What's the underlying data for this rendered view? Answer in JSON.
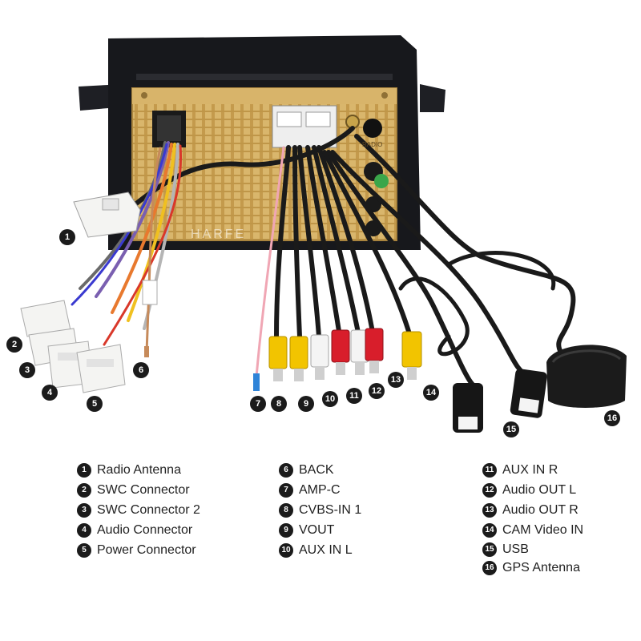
{
  "watermark": "HARFE",
  "unit_labels": {
    "radio": "RADIO"
  },
  "colors": {
    "unit_body": "#17181c",
    "chassis": "#d8b46a",
    "cable": "#1a1a1a",
    "rca_yellow": "#f2c400",
    "rca_white": "#f4f4f4",
    "rca_red": "#d81e2b",
    "connector": "#f4f4f2",
    "callout": "#1b1b1b"
  },
  "callouts": [
    "1",
    "2",
    "3",
    "4",
    "5",
    "6",
    "7",
    "8",
    "9",
    "10",
    "11",
    "12",
    "13",
    "14",
    "15",
    "16"
  ],
  "legend": {
    "col1": [
      {
        "num": "1",
        "label": "Radio Antenna"
      },
      {
        "num": "2",
        "label": "SWC Connector"
      },
      {
        "num": "3",
        "label": "SWC Connector 2"
      },
      {
        "num": "4",
        "label": "Audio Connector"
      },
      {
        "num": "5",
        "label": "Power Connector"
      }
    ],
    "col2": [
      {
        "num": "6",
        "label": "BACK"
      },
      {
        "num": "7",
        "label": "AMP-C"
      },
      {
        "num": "8",
        "label": "CVBS-IN 1"
      },
      {
        "num": "9",
        "label": "VOUT"
      },
      {
        "num": "10",
        "label": "AUX IN L"
      }
    ],
    "col3": [
      {
        "num": "11",
        "label": "AUX IN R"
      },
      {
        "num": "12",
        "label": "Audio OUT L"
      },
      {
        "num": "13",
        "label": "Audio OUT R"
      },
      {
        "num": "14",
        "label": "CAM Video IN"
      },
      {
        "num": "15",
        "label": "USB"
      },
      {
        "num": "16",
        "label": "GPS Antenna"
      }
    ]
  }
}
